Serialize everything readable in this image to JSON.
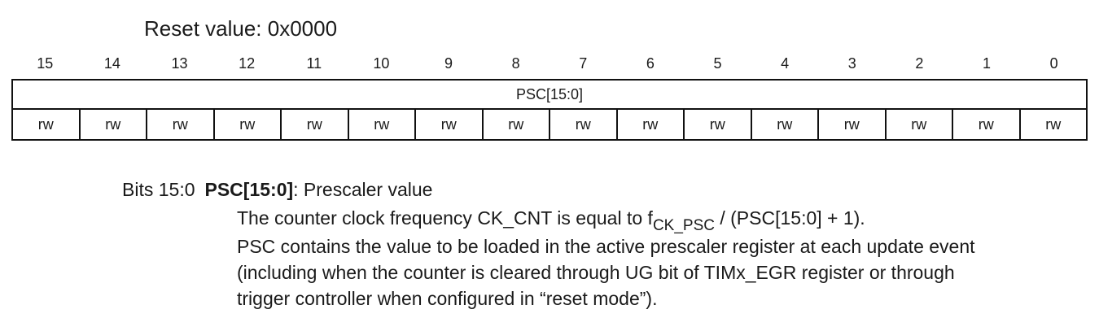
{
  "reset": {
    "label": "Reset value: 0x0000"
  },
  "register": {
    "bits": [
      "15",
      "14",
      "13",
      "12",
      "11",
      "10",
      "9",
      "8",
      "7",
      "6",
      "5",
      "4",
      "3",
      "2",
      "1",
      "0"
    ],
    "field": "PSC[15:0]",
    "access": [
      "rw",
      "rw",
      "rw",
      "rw",
      "rw",
      "rw",
      "rw",
      "rw",
      "rw",
      "rw",
      "rw",
      "rw",
      "rw",
      "rw",
      "rw",
      "rw"
    ]
  },
  "description": {
    "bits_label": "Bits 15:0",
    "field_name": "PSC[15:0]",
    "field_suffix": ": Prescaler value",
    "line1_prefix": "The counter clock frequency CK_CNT is equal to f",
    "line1_sub": "CK_PSC",
    "line1_suffix": " / (PSC[15:0] + 1).",
    "line2": "PSC contains the value to be loaded in the active prescaler register at each update event",
    "line3": "(including when the counter is cleared through UG bit of TIMx_EGR register or through",
    "line4": "trigger controller when configured in “reset mode”)."
  }
}
